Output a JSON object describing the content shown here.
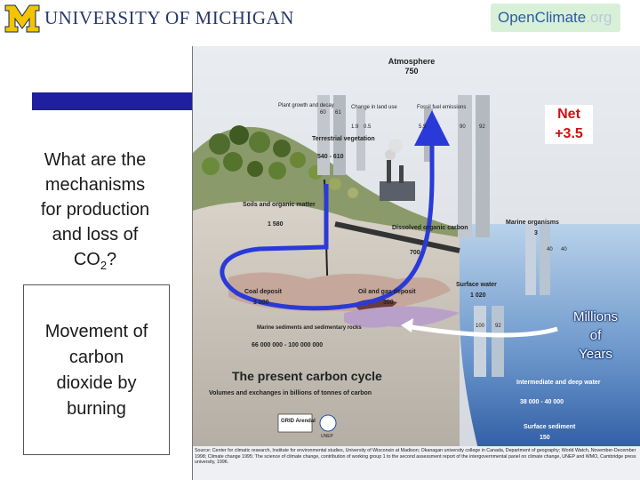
{
  "header": {
    "institution": "UNIVERSITY OF MICHIGAN",
    "openclimate_main": "OpenClimate",
    "openclimate_suffix": ".org"
  },
  "left": {
    "question_line1": "What are the",
    "question_line2": "mechanisms",
    "question_line3": "for production",
    "question_line4": "and loss of",
    "question_co": "CO",
    "question_sub": "2",
    "question_end": "?",
    "movement_line1": "Movement of",
    "movement_line2": "carbon",
    "movement_line3": "dioxide by",
    "movement_line4": "burning"
  },
  "diagram": {
    "atmosphere_label": "Atmosphere",
    "atmosphere_value": "750",
    "plant_growth_label": "Plant growth and decay",
    "plant_growth_a": "60",
    "plant_growth_b": "61",
    "land_use_label": "Change in land use",
    "land_use_a": "1.9",
    "land_use_b": "0.5",
    "fossil_label": "Fossil fuel emissions",
    "fossil_value": "5.5",
    "ocean_exchange_a": "90",
    "ocean_exchange_b": "92",
    "terrestrial_label": "Terrestrial vegetation",
    "terrestrial_value": "540 - 610",
    "soils_label": "Soils and organic matter",
    "soils_value": "1 580",
    "dissolved_label": "Dissolved organic carbon",
    "dissolved_value": "700",
    "marine_org_label": "Marine organisms",
    "marine_org_value": "3",
    "marine_flux_a": "40",
    "marine_flux_b": "40",
    "surface_water_label": "Surface water",
    "surface_water_value": "1 020",
    "coal_label": "Coal deposit",
    "coal_value": "3 000",
    "oilgas_label": "Oil and gas deposit",
    "oilgas_value": "300",
    "sediment_label": "Marine sediments and sedimentary rocks",
    "sediment_value": "66 000 000 - 100 000 000",
    "deep_flux_a": "100",
    "deep_flux_b": "92",
    "title": "The present carbon cycle",
    "subtitle": "Volumes and exchanges in billions of tonnes of carbon",
    "intermediate_label": "Intermediate and deep water",
    "intermediate_value": "38 000 - 40 000",
    "surface_sed_label": "Surface sediment",
    "surface_sed_value": "150",
    "grid_logo": "GRID Arendal",
    "unep_logo": "UNEP",
    "source_text": "Source: Center for climatic research, Institute for environmental studies, University of Wisconsin at Madison; Okanagan university college in Canada, Department of geography; World Watch, November-December 1998; Climate change 1995: The science of climate change, contribution of working group 1 to the second assessment report of the intergovernmental panel on climate change, UNEP and WMO, Cambridge press university, 1996.",
    "net_line1": "Net",
    "net_line2": "+3.5",
    "millions_line1": "Millions",
    "millions_line2": "of",
    "millions_line3": "Years"
  }
}
